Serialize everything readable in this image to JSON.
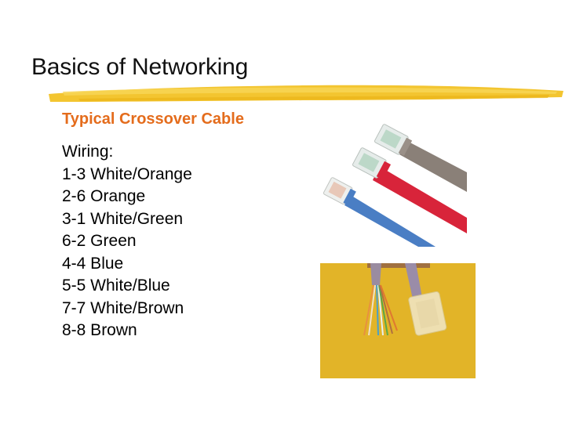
{
  "slide": {
    "title": "Basics of Networking",
    "subtitle": "Typical Crossover Cable",
    "wiring_label": "Wiring:",
    "wiring": [
      {
        "pins": "1-3",
        "color": "White/Orange",
        "text": "1-3 White/Orange"
      },
      {
        "pins": "2-6",
        "color": "Orange",
        "text": "2-6 Orange"
      },
      {
        "pins": "3-1",
        "color": "White/Green",
        "text": "3-1 White/Green"
      },
      {
        "pins": "6-2",
        "color": "Green",
        "text": "6-2 Green"
      },
      {
        "pins": "4-4",
        "color": "Blue",
        "text": "4-4 Blue"
      },
      {
        "pins": "5-5",
        "color": "White/Blue",
        "text": "5-5 White/Blue"
      },
      {
        "pins": "7-7",
        "color": "White/Brown",
        "text": "7-7 White/Brown"
      },
      {
        "pins": "8-8",
        "color": "Brown",
        "text": "8-8 Brown"
      }
    ],
    "images": [
      {
        "name": "rj45-cables-photo",
        "description": "Gray, red and blue patch cables with RJ-45 connectors"
      },
      {
        "name": "stripped-cable-photo",
        "description": "Stripped cable showing twisted pairs next to RJ-45 plug on yellow background"
      }
    ]
  },
  "colors": {
    "subtitle": "#e46c1c",
    "brush_stroke": "#f2c22a",
    "background": "#ffffff"
  }
}
